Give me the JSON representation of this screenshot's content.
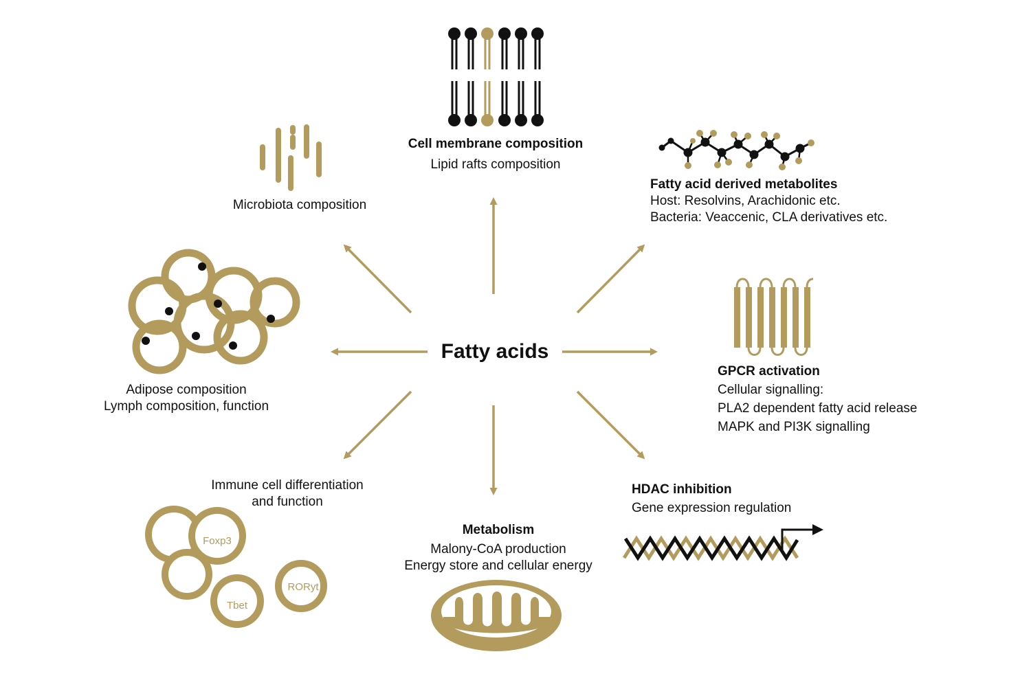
{
  "colors": {
    "gold": "#b39b5d",
    "black": "#111111",
    "background": "#ffffff"
  },
  "center": {
    "title": "Fatty acids"
  },
  "nodes": {
    "membrane": {
      "title": "Cell membrane composition",
      "lines": [
        "Lipid rafts composition"
      ],
      "icon": "lipid-bilayer-icon"
    },
    "metabolites": {
      "title": "Fatty acid derived metabolites",
      "lines": [
        "Host: Resolvins, Arachidonic etc.",
        "Bacteria: Veaccenic, CLA derivatives etc."
      ],
      "icon": "molecule-chain-icon"
    },
    "gpcr": {
      "title": "GPCR activation",
      "lines": [
        "Cellular signalling:",
        "PLA2 dependent fatty acid release",
        "MAPK and PI3K signalling"
      ],
      "icon": "gpcr-receptor-icon"
    },
    "hdac": {
      "title": "HDAC inhibition",
      "lines": [
        "Gene expression regulation"
      ],
      "icon": "dna-helix-icon"
    },
    "metabolism": {
      "title": "Metabolism",
      "lines": [
        "Malony-CoA production",
        "Energy store and cellular energy"
      ],
      "icon": "mitochondrion-icon"
    },
    "immune": {
      "lines": [
        "Immune cell differentiation",
        "and function"
      ],
      "icon": "immune-cells-icon",
      "cells": [
        "Foxp3",
        "Tbet",
        "RORyt"
      ]
    },
    "adipose": {
      "lines": [
        "Adipose composition",
        "Lymph composition, function"
      ],
      "icon": "adipose-cells-icon"
    },
    "microbiota": {
      "lines": [
        "Microbiota composition"
      ],
      "icon": "bacteria-rods-icon"
    }
  }
}
